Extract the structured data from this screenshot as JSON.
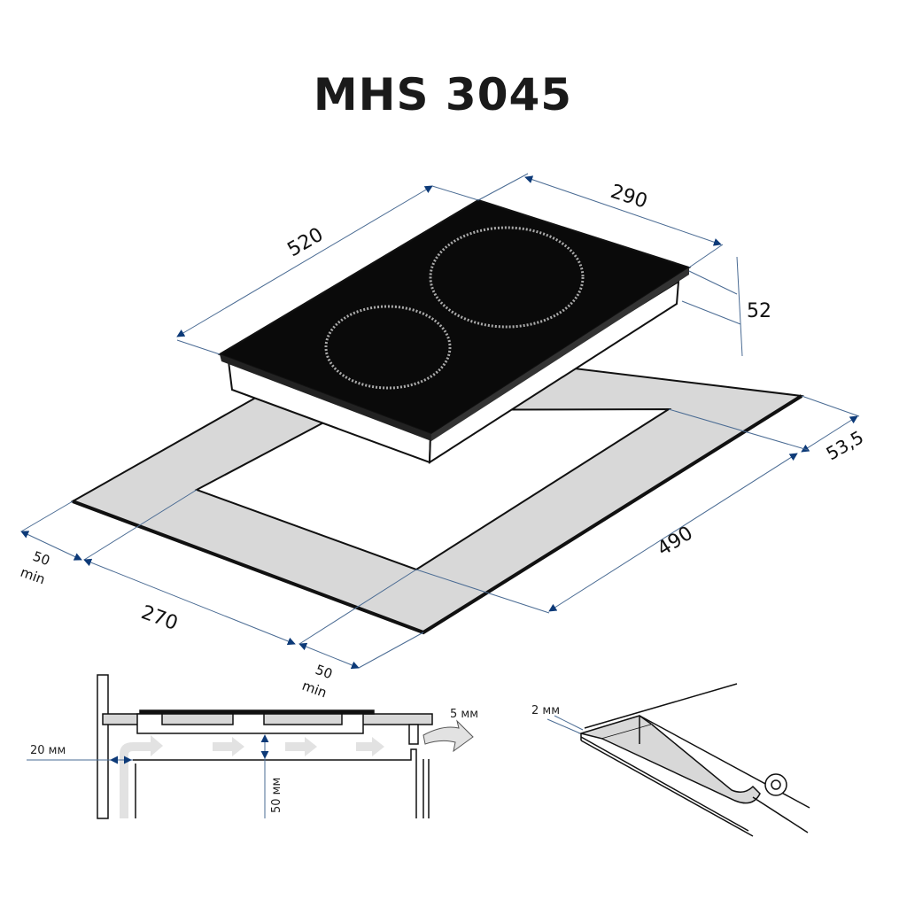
{
  "title": "MHS 3045",
  "colors": {
    "dimension_line": "#4a6b93",
    "arrow": "#0d3a78",
    "hob_glass": "#0a0a0a",
    "countertop": "#d8d8d8",
    "outline": "#111111"
  },
  "dimensions": {
    "depth": "520",
    "width": "290",
    "height": "52",
    "cutout_offset": "53,5",
    "cutout_depth": "490",
    "cutout_width": "270",
    "clearance_left_value": "50",
    "clearance_left_unit": "min",
    "clearance_front_value": "50",
    "clearance_front_unit": "min"
  },
  "section_view": {
    "gap_wall": "20 мм",
    "gap_bottom": "50 мм",
    "gap_vent": "5 мм"
  },
  "seal_view": {
    "seal_thickness": "2 мм"
  }
}
